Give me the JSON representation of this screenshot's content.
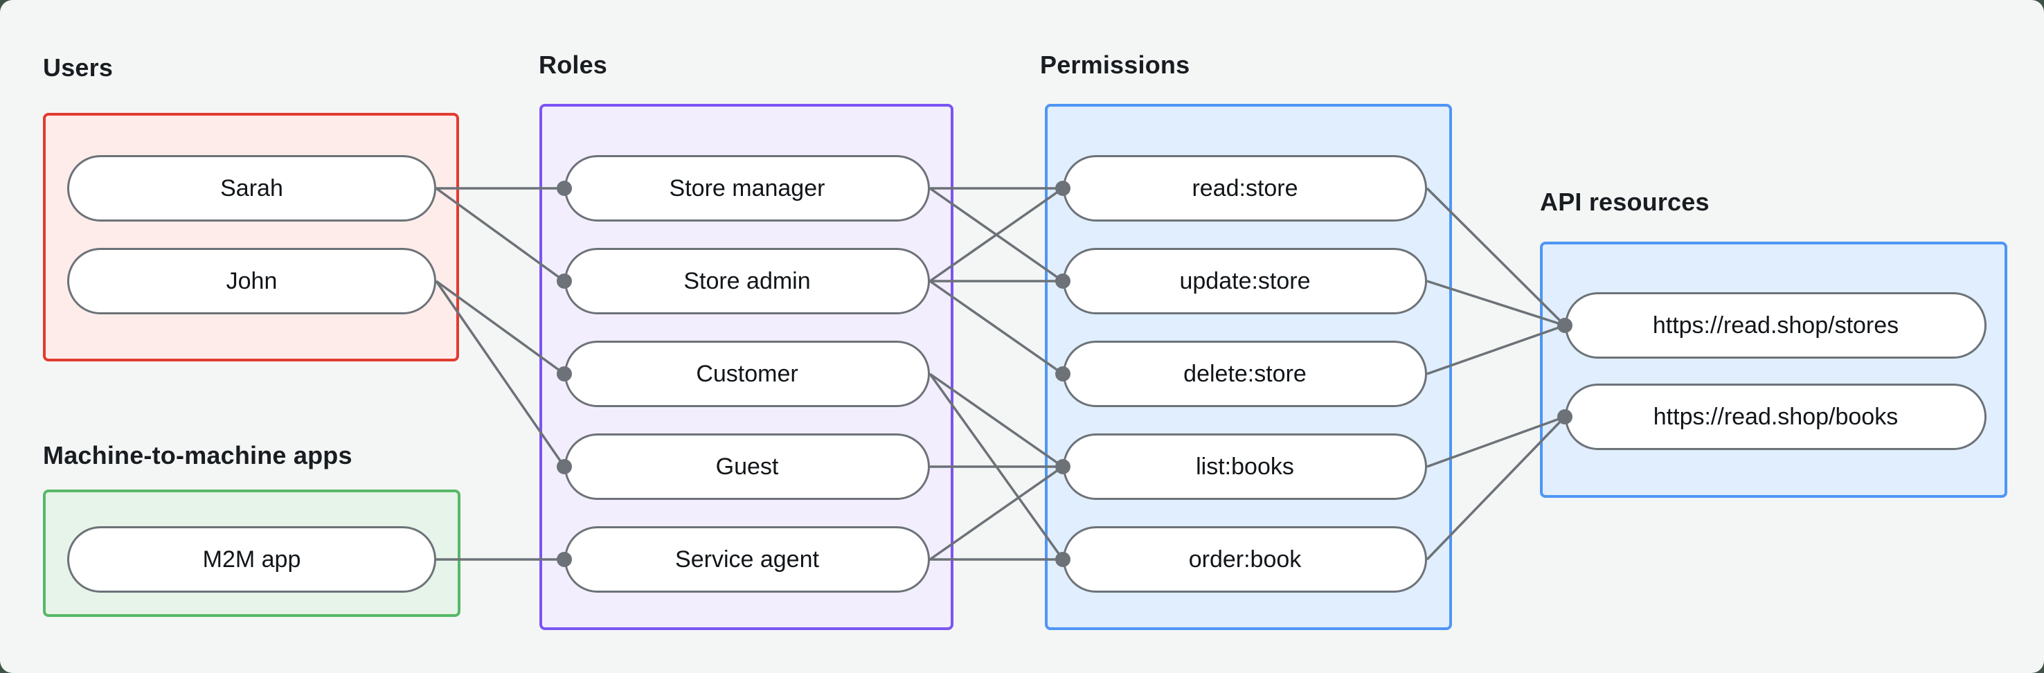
{
  "groups": {
    "users": {
      "label": "Users",
      "items": [
        {
          "id": "sarah",
          "label": "Sarah"
        },
        {
          "id": "john",
          "label": "John"
        }
      ]
    },
    "m2m": {
      "label": "Machine-to-machine apps",
      "items": [
        {
          "id": "m2m_app",
          "label": "M2M app"
        }
      ]
    },
    "roles": {
      "label": "Roles",
      "items": [
        {
          "id": "store_manager",
          "label": "Store manager"
        },
        {
          "id": "store_admin",
          "label": "Store admin"
        },
        {
          "id": "customer",
          "label": "Customer"
        },
        {
          "id": "guest",
          "label": "Guest"
        },
        {
          "id": "service_agent",
          "label": "Service agent"
        }
      ]
    },
    "permissions": {
      "label": "Permissions",
      "items": [
        {
          "id": "read_store",
          "label": "read:store"
        },
        {
          "id": "update_store",
          "label": "update:store"
        },
        {
          "id": "delete_store",
          "label": "delete:store"
        },
        {
          "id": "list_books",
          "label": "list:books"
        },
        {
          "id": "order_book",
          "label": "order:book"
        }
      ]
    },
    "api_resources": {
      "label": "API resources",
      "items": [
        {
          "id": "stores",
          "label": "https://read.shop/stores"
        },
        {
          "id": "books",
          "label": "https://read.shop/books"
        }
      ]
    }
  },
  "edges": [
    [
      "sarah",
      "store_manager"
    ],
    [
      "sarah",
      "store_admin"
    ],
    [
      "john",
      "customer"
    ],
    [
      "john",
      "guest"
    ],
    [
      "m2m_app",
      "service_agent"
    ],
    [
      "store_manager",
      "read_store"
    ],
    [
      "store_manager",
      "update_store"
    ],
    [
      "store_admin",
      "read_store"
    ],
    [
      "store_admin",
      "update_store"
    ],
    [
      "store_admin",
      "delete_store"
    ],
    [
      "customer",
      "list_books"
    ],
    [
      "customer",
      "order_book"
    ],
    [
      "guest",
      "list_books"
    ],
    [
      "service_agent",
      "list_books"
    ],
    [
      "service_agent",
      "order_book"
    ],
    [
      "read_store",
      "stores"
    ],
    [
      "update_store",
      "stores"
    ],
    [
      "delete_store",
      "stores"
    ],
    [
      "list_books",
      "books"
    ],
    [
      "order_book",
      "books"
    ]
  ],
  "colors": {
    "users_border": "#e23b30",
    "users_fill": "#fdecea",
    "m2m_border": "#57b868",
    "m2m_fill": "#e7f4e9",
    "roles_border": "#7a55f3",
    "roles_fill": "#f3eefd",
    "permissions_border": "#4f95f6",
    "permissions_fill": "#e0eefd",
    "edge": "#6c7277",
    "card_background": "#f4f6f5",
    "page_background": "#3f5246"
  }
}
